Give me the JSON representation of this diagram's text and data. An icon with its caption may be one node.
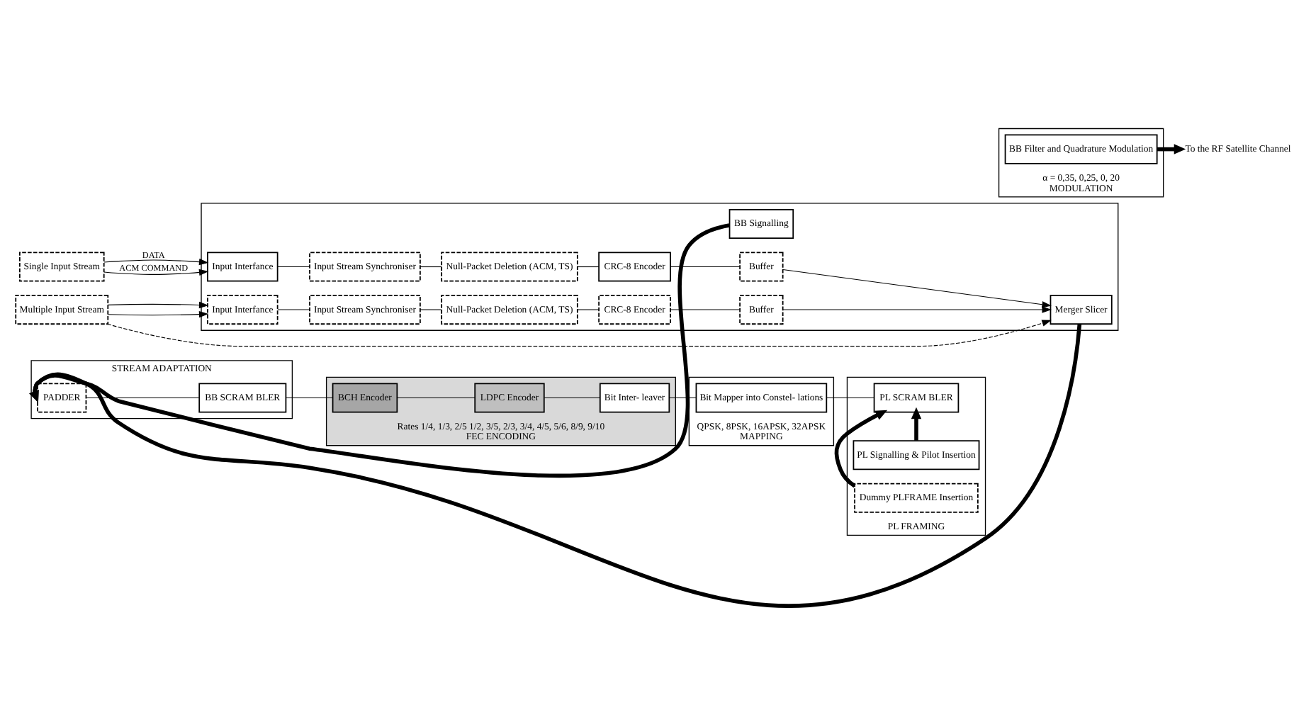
{
  "diagram": {
    "nodes": [
      {
        "text": [
          "Single Input Stream"
        ]
      },
      {
        "text": [
          "Multiple Input Stream"
        ]
      },
      {
        "text": [],
        "shape": "box"
      },
      {
        "text": [
          "Input Interfance"
        ],
        "in": 2
      },
      {
        "text": [
          "Input Stream Synchroniser"
        ],
        "in": 2
      },
      {
        "text": [
          "Null-Packet Deletion (ACM, TS)"
        ],
        "in": 2
      },
      {
        "text": [
          "CRC-8 Encoder"
        ],
        "in": 2
      },
      {
        "text": [
          "Buffer"
        ],
        "in": 2
      },
      {
        "text": [
          "BB Signalling"
        ],
        "in": 2
      },
      {
        "text": [
          "Merger Slicer"
        ],
        "in": 2
      },
      {
        "text": [
          "Input Interfance"
        ],
        "in": 2
      },
      {
        "text": [
          "Input Stream Synchroniser"
        ],
        "in": 2
      },
      {
        "text": [
          "Null-Packet Deletion (ACM, TS)"
        ],
        "in": 2
      },
      {
        "text": [
          "CRC-8 Encoder"
        ],
        "in": 2
      },
      {
        "text": [
          "Buffer"
        ],
        "in": 2
      },
      {
        "text": [
          "STREAM ADAPTATION"
        ]
      },
      {
        "text": [
          "PADDER"
        ],
        "in": 15
      },
      {
        "text": [
          "BB SCRAM BLER"
        ],
        "in": 15
      },
      {
        "text": [
          "Rates 1/4, 1/3, 2/5 1/2, 3/5, 2/3, 3/4, 4/5, 5/6, 8/9, 9/10",
          "FEC ENCODING"
        ]
      },
      {
        "text": [
          "BCH Encoder"
        ],
        "in": 18
      },
      {
        "text": [
          "LDPC Encoder"
        ],
        "in": 18
      },
      {
        "text": [
          "Bit Inter- leaver"
        ],
        "in": 18
      },
      {
        "text": [
          "QPSK, 8PSK, 16APSK, 32APSK",
          "MAPPING"
        ]
      },
      {
        "text": [
          "Bit Mapper into Constel- lations"
        ],
        "in": 22
      },
      {
        "text": [
          "PL FRAMING"
        ]
      },
      {
        "text": [
          "PL Signalling & Pilot Insertion"
        ],
        "in": 24
      },
      {
        "text": [
          "PL SCRAM BLER"
        ],
        "in": 24
      },
      {
        "text": [
          "Dummy PLFRAME Insertion"
        ],
        "in": 24
      },
      {
        "text": [
          "α = 0,35, 0,25, 0, 20",
          "MODULATION"
        ]
      },
      {
        "text": [
          "BB Filter and Quadrature Modulation"
        ],
        "in": 28
      },
      {
        "text": [
          "To the RF Satellite Channel"
        ]
      }
    ],
    "edges": [
      {
        "from": 0,
        "to": 3,
        "arrow": "to",
        "label": "DATA"
      },
      {
        "from": 0,
        "to": 3,
        "arrow": "to",
        "label": "ACM COMMAND"
      },
      {
        "from": 1,
        "to": 10,
        "arrow": "to"
      },
      {
        "from": 1,
        "to": 10,
        "arrow": "to"
      },
      {
        "from": 1,
        "to": 9,
        "arrow": "to",
        "style": "dashed"
      },
      {
        "from": 3,
        "to": 4,
        "arrow": "none"
      },
      {
        "from": 4,
        "to": 5,
        "arrow": "none"
      },
      {
        "from": 5,
        "to": 6,
        "arrow": "none"
      },
      {
        "from": 6,
        "to": 7,
        "arrow": "none"
      },
      {
        "from": 7,
        "to": 9,
        "arrow": "to"
      },
      {
        "from": 10,
        "to": 11,
        "arrow": "none"
      },
      {
        "from": 11,
        "to": 12,
        "arrow": "none"
      },
      {
        "from": 12,
        "to": 13,
        "arrow": "none"
      },
      {
        "from": 13,
        "to": 14,
        "arrow": "none"
      },
      {
        "from": 14,
        "to": 9,
        "arrow": "to"
      },
      {
        "from": 8,
        "to": 16,
        "arrow": "to",
        "style": "thick"
      },
      {
        "from": 9,
        "to": 16,
        "arrow": "to",
        "style": "thick"
      },
      {
        "from": 16,
        "to": 17,
        "arrow": "none"
      },
      {
        "from": 17,
        "to": 19,
        "arrow": "none"
      },
      {
        "from": 19,
        "to": 20,
        "arrow": "none"
      },
      {
        "from": 20,
        "to": 21,
        "arrow": "none"
      },
      {
        "from": 21,
        "to": 23,
        "arrow": "none"
      },
      {
        "from": 23,
        "to": 26,
        "arrow": "none"
      },
      {
        "from": 25,
        "to": 26,
        "arrow": "to",
        "style": "thick"
      },
      {
        "from": 27,
        "to": 26,
        "arrow": "to",
        "style": "thick"
      },
      {
        "from": 29,
        "to": 30,
        "arrow": "to",
        "style": "thick"
      }
    ]
  }
}
